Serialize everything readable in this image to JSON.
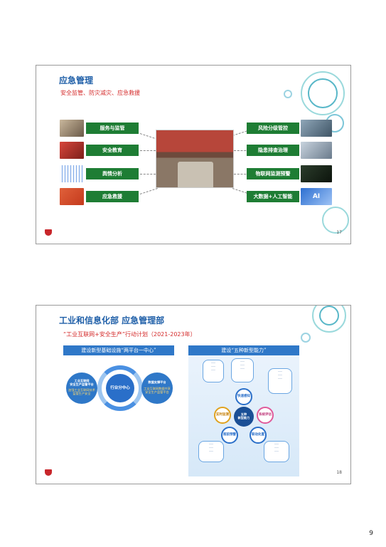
{
  "slide1": {
    "title": "应急管理",
    "subtitle": "安全监管、防灾减灾、应急救援",
    "left_items": [
      "服务与监管",
      "安全教育",
      "舆情分析",
      "应急救援"
    ],
    "right_items": [
      "风险分级管控",
      "隐患排查治理",
      "物联网监测预警",
      "大数据+人工智能"
    ],
    "ai_mark": "AI",
    "page_number": "17"
  },
  "slide2": {
    "title": "工业和信息化部 应急管理部",
    "subtitle": "“工业互联网+安全生产”行动计划（2021-2023年）",
    "left_panel": {
      "header": "建设新型基础设施“两平台一中心”",
      "center": "行业分中心",
      "left_title": "工业互联网\n安全生产监管平台",
      "left_sub": "加强工业互联网技术\n监管生产安全",
      "right_title": "数据支撑平台",
      "right_sub": "工业互联网数据共享\n安全生产监管平台"
    },
    "right_panel": {
      "header": "建设“五种新型能力”",
      "core": "五种\n新型能力",
      "nodes": [
        "快速感知",
        "实时监测",
        "超前预警",
        "联动处置",
        "系统评估"
      ]
    },
    "page_number": "18"
  },
  "footer": {
    "page_number": "9"
  }
}
